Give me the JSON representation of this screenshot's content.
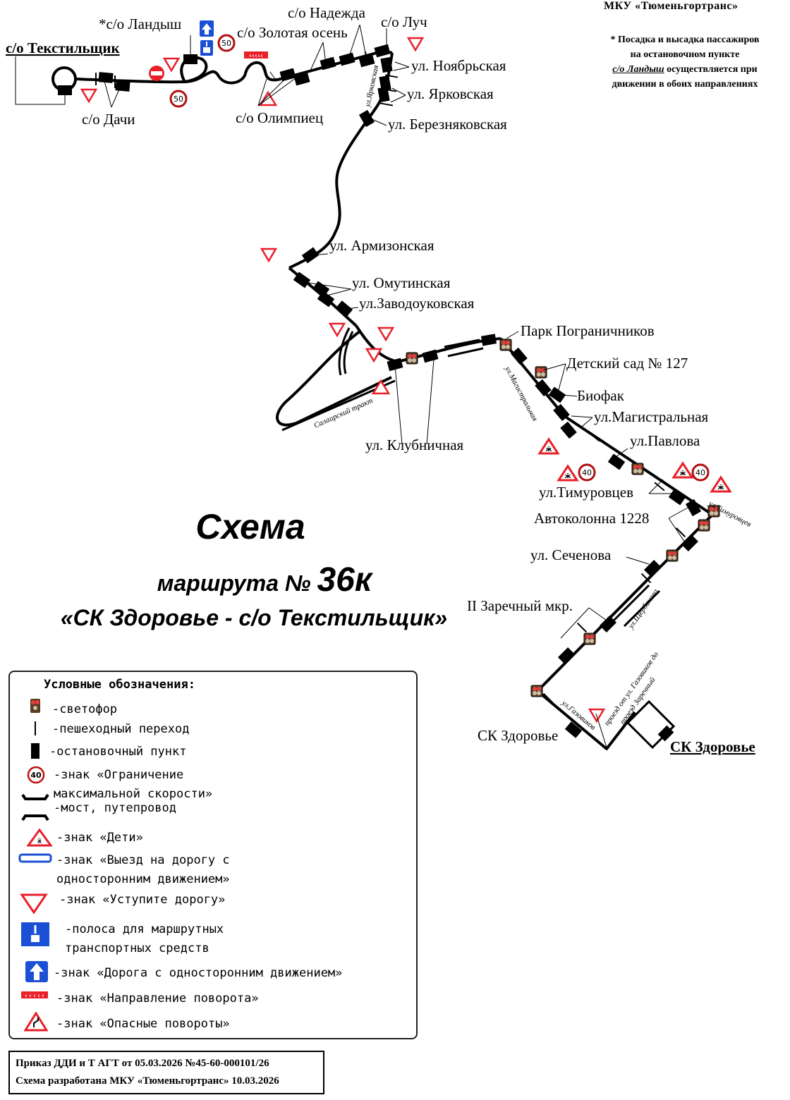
{
  "header": {
    "organization": "МКУ «Тюменьгортранс»",
    "note_line1": "* Посадка и высадка пассажиров",
    "note_line2": "на остановочном пункте",
    "note_stop": "с/о Ландыш",
    "note_line3": " осуществляется при",
    "note_line4": "движении в обоих направлениях"
  },
  "title": {
    "line1": "Схема",
    "line2_prefix": "маршрута № ",
    "route_number": "36к",
    "line3": "«СК Здоровье - с/о Текстильщик»"
  },
  "terminals": {
    "start": "с/о Текстильщик",
    "end": "СК Здоровье"
  },
  "stops": [
    "*с/о Ландыш",
    "с/о Золотая осень",
    "с/о Надежда",
    "с/о Луч",
    "ул. Ноябрьская",
    "ул. Ярковская",
    "ул. Березняковская",
    "с/о Дачи",
    "с/о Олимпиец",
    "ул. Армизонская",
    "ул. Омутинская",
    "ул.Заводоуковская",
    "Парк Пограничников",
    "Детский сад № 127",
    "Биофак",
    "ул.Магистральная",
    "ул.Павлова",
    "ул.Тимуровцев",
    "Автоколонна 1228",
    "ул. Сеченова",
    "II Заречный мкр.",
    "СК Здоровье",
    "ул. Клубничная"
  ],
  "streets": [
    "ул.Ярковская",
    "Салаирский тракт",
    "ул.Магистральная",
    "ул.Тимуровцев",
    "ул.Щербакова",
    "ул.Газовиков",
    "проезд от ул. Газовиков до",
    "проезд Заречный"
  ],
  "signs": {
    "speed_50": "50",
    "speed_40": "40"
  },
  "legend": {
    "title": "Условные обозначения:",
    "items": [
      {
        "icon": "traffic-light-icon",
        "text": "-светофор"
      },
      {
        "icon": "pedestrian-crossing-icon",
        "text": "-пешеходный переход"
      },
      {
        "icon": "bus-stop-icon",
        "text": "-остановочный пункт"
      },
      {
        "icon": "speed-limit-icon",
        "text": "-знак «Ограничение\nмаксимальной скорости»",
        "value": "40"
      },
      {
        "icon": "bridge-icon",
        "text": "-мост, путепровод"
      },
      {
        "icon": "children-sign-icon",
        "text": "-знак «Дети»"
      },
      {
        "icon": "one-way-exit-icon",
        "text": "-знак «Выезд на дорогу с\nодносторонним движением»"
      },
      {
        "icon": "yield-sign-icon",
        "text": "-знак «Уступите дорогу»"
      },
      {
        "icon": "bus-lane-icon",
        "text": "-полоса для маршрутных\nтранспортных средств"
      },
      {
        "icon": "one-way-road-icon",
        "text": "-знак «Дорога с односторонним движением»"
      },
      {
        "icon": "turn-direction-icon",
        "text": "-знак «Направление поворота»"
      },
      {
        "icon": "dangerous-curves-icon",
        "text": "-знак «Опасные повороты»"
      }
    ]
  },
  "footer": {
    "line1": "Приказ ДДИ и Т АГТ от 05.03.2026 №45-60-000101/26",
    "line2": "Схема разработана МКУ «Тюменьгортранс» 10.03.2026"
  },
  "colors": {
    "route": "#000000",
    "sign_red": "#e8202a",
    "sign_blue": "#1a4fd6"
  }
}
